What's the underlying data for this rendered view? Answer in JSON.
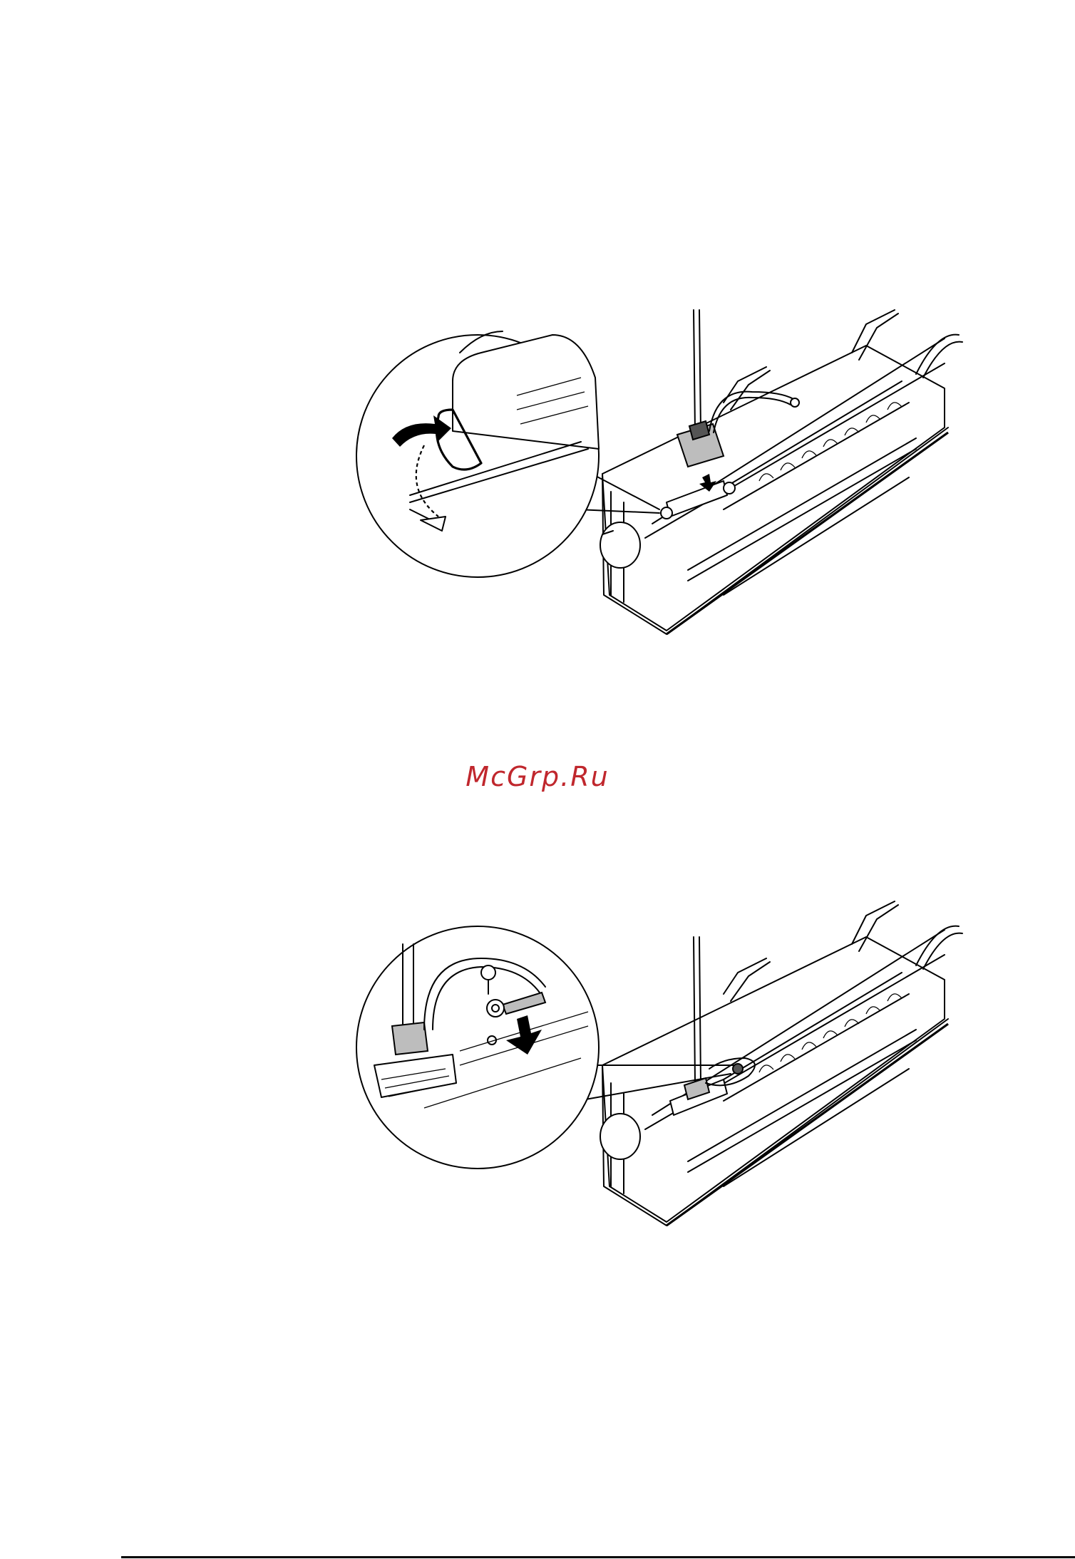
{
  "watermark": {
    "text": "McGrp.Ru",
    "color": "#c0272d"
  },
  "figures": [
    {
      "name": "connect-interface-cable-figure",
      "icon": "printer-interface-cable-illustration"
    },
    {
      "name": "attach-ground-wire-figure",
      "icon": "printer-ground-wire-illustration"
    }
  ]
}
